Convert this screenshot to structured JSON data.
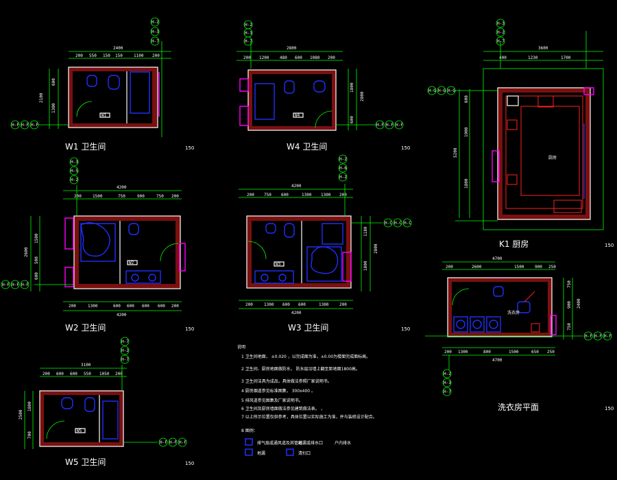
{
  "plans": [
    {
      "id": "w1",
      "title": "W1  卫生间",
      "scale": "150",
      "axes": [
        "H-2",
        "H-3",
        "H-7"
      ],
      "side_axes": [
        "H-F",
        "H-F",
        "H-F"
      ],
      "dims_top": [
        "200",
        "550",
        "150",
        "150",
        "1100",
        "200"
      ],
      "dim_total": "2400",
      "dims_left": [
        "600",
        "1300"
      ],
      "dim_left_total": "2100",
      "room_tag": "W1"
    },
    {
      "id": "w4",
      "title": "W4  卫生间",
      "scale": "150",
      "axes": [
        "H-2",
        "H-3",
        "H-7"
      ],
      "side_axes": [
        "H-F",
        "H-F",
        "H-F"
      ],
      "dims_top": [
        "200",
        "1200",
        "480",
        "600",
        "1080",
        "200"
      ],
      "dim_total": "2800",
      "dims_left": [
        "1800",
        "600"
      ],
      "dim_left_total": "2800",
      "room_tag": "W4"
    },
    {
      "id": "w2",
      "title": "W2  卫生间",
      "scale": "150",
      "axes": [
        "H-3",
        "H-5",
        "H-2"
      ],
      "side_axes": [
        "H-F",
        "H-F",
        "H-F"
      ],
      "dims_top": [
        "200",
        "1500",
        "750",
        "900",
        "750",
        "200"
      ],
      "dim_total": "4200",
      "dims_bottom": [
        "200",
        "1300",
        "600",
        "600",
        "600",
        "600",
        "200"
      ],
      "dim_bottom_total": "4200",
      "dims_left": [
        "1500",
        "500",
        "600"
      ],
      "dim_left_total": "2600",
      "room_tag": "W2"
    },
    {
      "id": "w3",
      "title": "W3  卫生间",
      "scale": "150",
      "axes": [
        "H-2",
        "H-6",
        "H-2"
      ],
      "side_axes": [
        "H-C",
        "H-C",
        "H-C"
      ],
      "dims_top": [
        "200",
        "750",
        "600",
        "1300",
        "1300",
        "200"
      ],
      "dim_total": "4200",
      "dims_bottom": [
        "200",
        "1300",
        "600",
        "600",
        "1300",
        "200"
      ],
      "dim_bottom_total": "4200",
      "dims_right": [
        "1180",
        "1800"
      ],
      "dim_right_total": "2800",
      "room_tag": "W3"
    },
    {
      "id": "w5",
      "title": "W5  卫生间",
      "scale": "150",
      "axes": [
        "H-7",
        "H-2",
        "H-7"
      ],
      "side_axes": [
        "H-F",
        "H-F",
        "H-F"
      ],
      "dims_top": [
        "200",
        "600",
        "600",
        "550",
        "1050",
        "200"
      ],
      "dim_total": "3100",
      "dims_left": [
        "1800",
        "700"
      ],
      "dim_left_total": "2500",
      "room_tag": "W5"
    },
    {
      "id": "k1",
      "title": "K1  厨房",
      "scale": "150",
      "axes": [
        "H-3",
        "H-2",
        "H-7"
      ],
      "side_axes": [
        "H-G",
        "H-G",
        "H-G"
      ],
      "dims_top": [
        "400",
        "1230",
        "1700"
      ],
      "dim_total": "3600",
      "dims_left": [
        "600",
        "1900",
        "1800"
      ],
      "dim_left_total": "5200",
      "room_tag": "厨房"
    },
    {
      "id": "laundry",
      "title": "洗衣房平面",
      "scale": "150",
      "axes": [
        "H-2",
        "H-3",
        "H-7"
      ],
      "side_axes": [
        "H-F",
        "H-F",
        "H-F"
      ],
      "dims_top": [
        "200",
        "2600",
        "1500",
        "900",
        "250"
      ],
      "dim_total": "4700",
      "dims_bottom": [
        "200",
        "1300",
        "800",
        "1500",
        "650",
        "250"
      ],
      "dim_bottom_total": "4700",
      "dims_right": [
        "750",
        "900",
        "750"
      ],
      "dim_right_total": "2400",
      "room_tag": "洗衣房"
    }
  ],
  "notes": {
    "heading": "说明",
    "items": [
      "1  卫生间地面，   ±0.020  ，以完成面为准，±0.00为楼面完成面标高。",
      "2  卫生间、厨房地面做防水，   防水层沿墙上翻至距地面1800高。",
      "3  卫生间洁具为成品，具体做法参照厂家说明书。",
      "4  厨房烟道参见标准图集，         300x400       。",
      "5  排风道参见图集及厂家说明书。",
      "6  卫生间及厨房墙面做法参见建筑做法表。  ，",
      "7  以上所示位置仅供参考，具体位置以实际施工为准，并与装修设计配合。",
      "8  图例："
    ],
    "legend": [
      {
        "label": "排气扇或通风道及其管线",
        "extra": "地漏或排水口",
        "code": "户内排水"
      },
      {
        "label": "地漏",
        "extra": "清扫口",
        "code": ""
      }
    ]
  }
}
